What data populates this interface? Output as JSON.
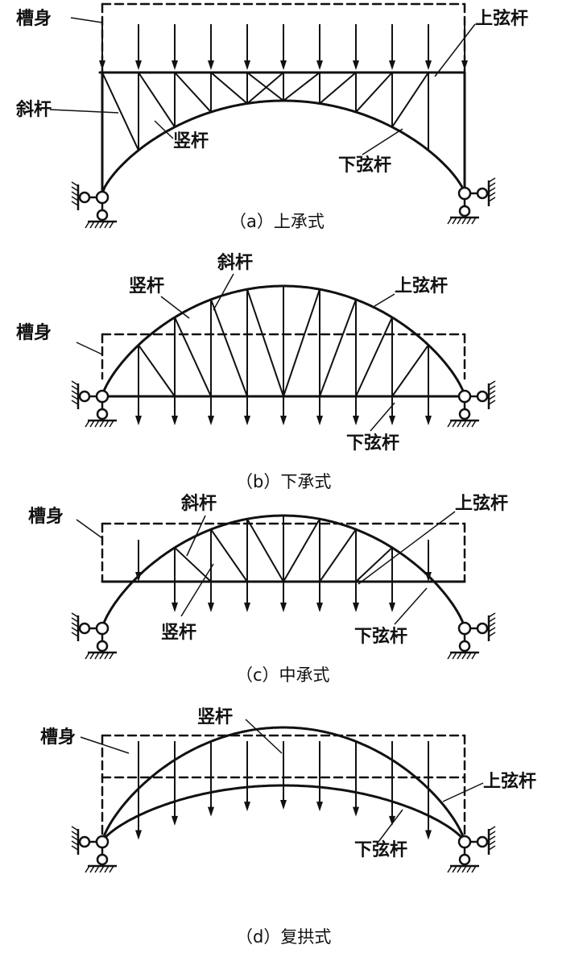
{
  "diagrams": [
    {
      "id": "a",
      "caption": "（a）上承式",
      "labels": {
        "trough": "槽身",
        "diagonal": "斜杆",
        "vertical": "竖杆",
        "upper_chord": "上弦杆",
        "lower_chord": "下弦杆"
      }
    },
    {
      "id": "b",
      "caption": "（b）下承式",
      "labels": {
        "trough": "槽身",
        "diagonal": "斜杆",
        "vertical": "竖杆",
        "upper_chord": "上弦杆",
        "lower_chord": "下弦杆"
      }
    },
    {
      "id": "c",
      "caption": "（c）中承式",
      "labels": {
        "trough": "槽身",
        "diagonal": "斜杆",
        "vertical": "竖杆",
        "upper_chord": "上弦杆",
        "lower_chord": "下弦杆"
      }
    },
    {
      "id": "d",
      "caption": "（d）复拱式",
      "labels": {
        "trough": "槽身",
        "vertical": "竖杆",
        "upper_chord": "上弦杆",
        "lower_chord": "下弦杆"
      }
    }
  ]
}
